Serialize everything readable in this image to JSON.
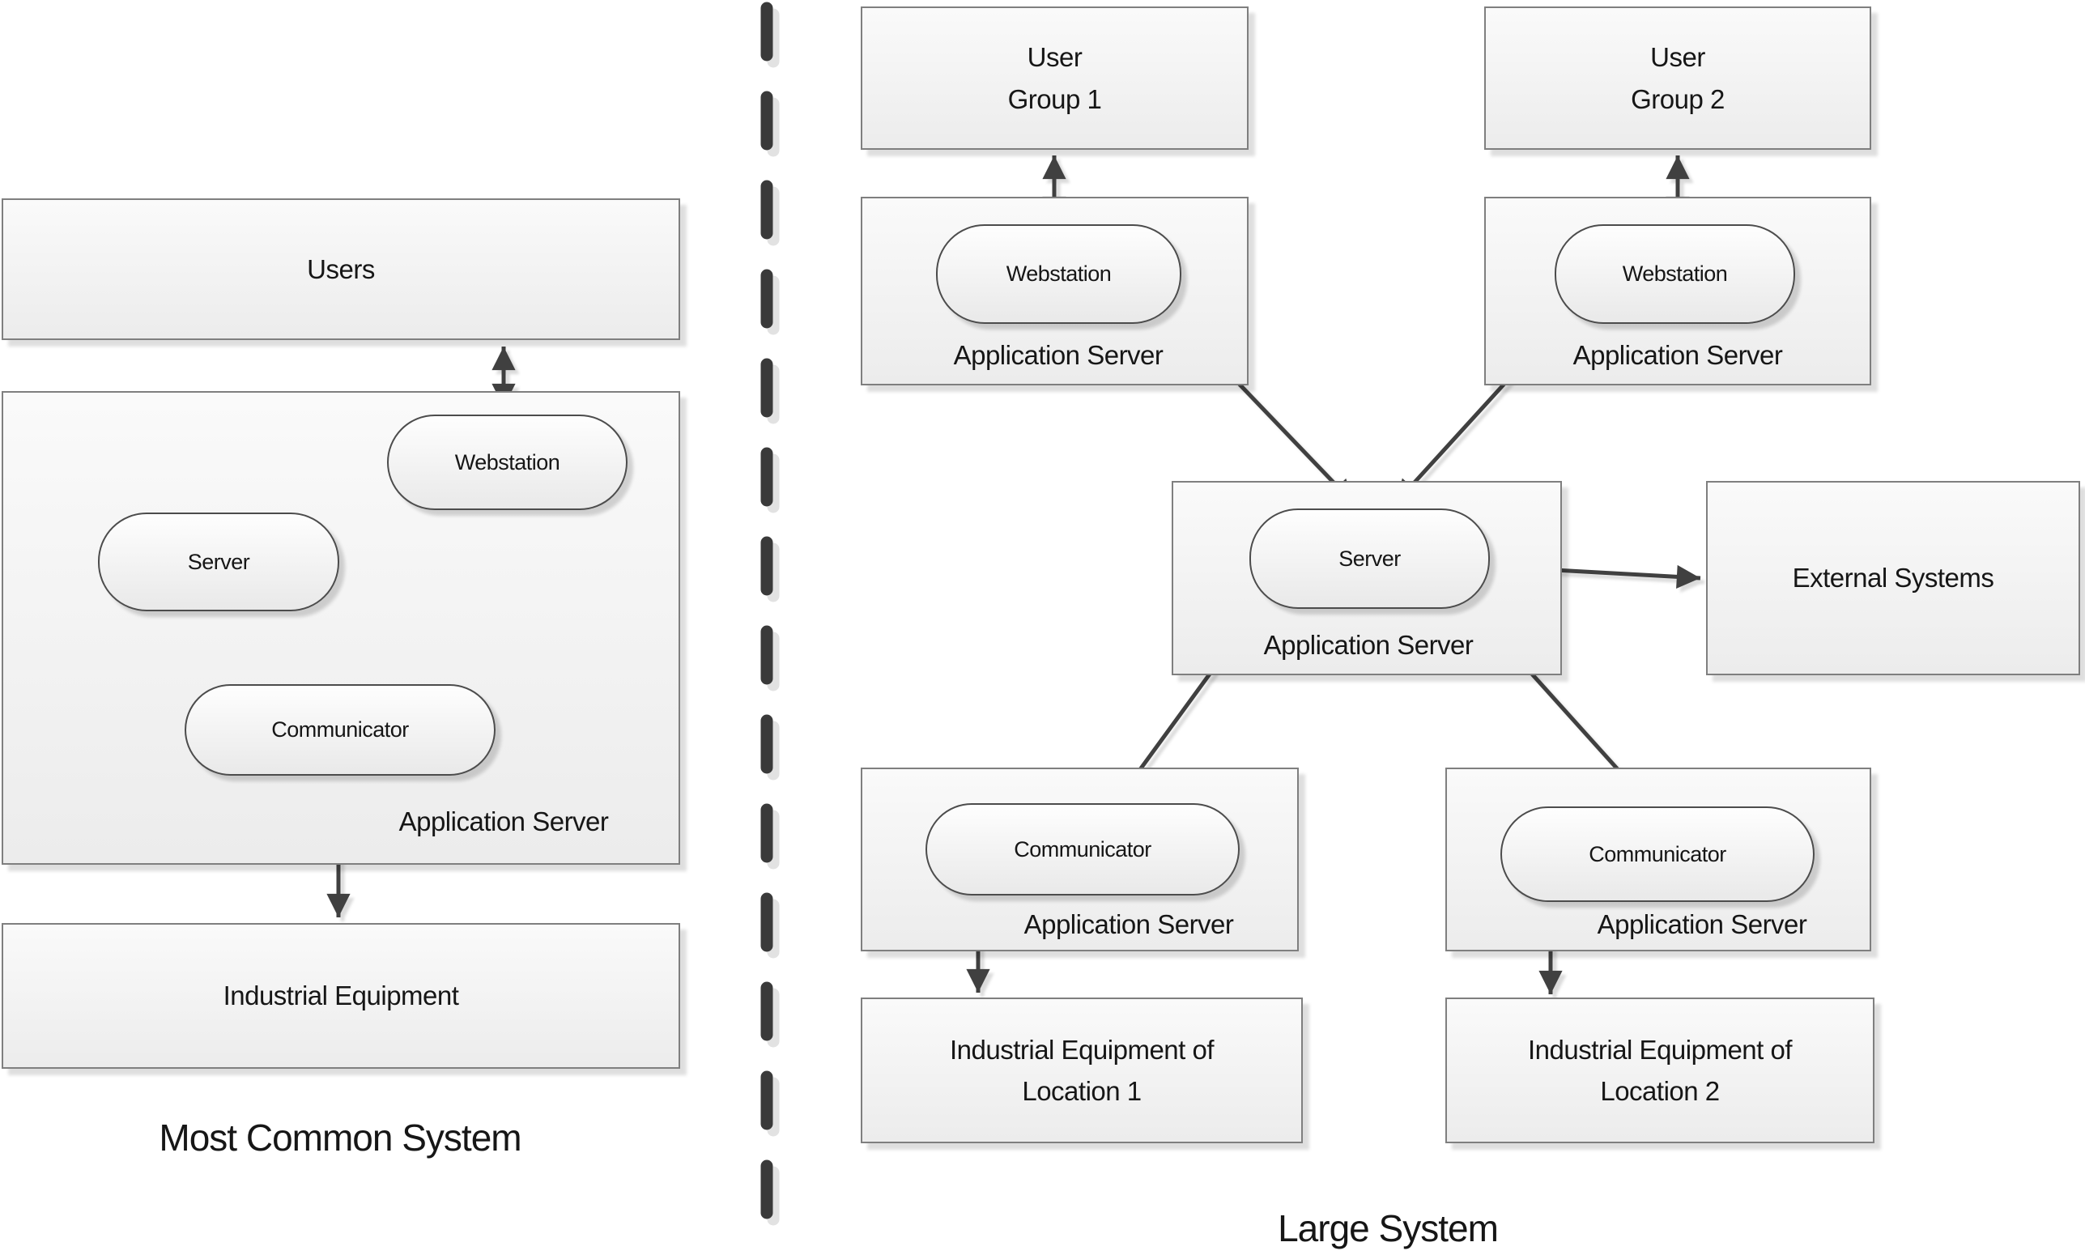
{
  "left": {
    "title": "Most Common System",
    "users_label": "Users",
    "app_server": {
      "label": "Application Server",
      "webstation": "Webstation",
      "server": "Server",
      "communicator": "Communicator"
    },
    "industrial_label": "Industrial Equipment"
  },
  "right": {
    "title": "Large System",
    "user_group_1": "User\nGroup 1",
    "user_group_2": "User\nGroup 2",
    "app_server_1": {
      "label": "Application Server",
      "webstation": "Webstation"
    },
    "app_server_2": {
      "label": "Application Server",
      "webstation": "Webstation"
    },
    "app_server_center": {
      "label": "Application Server",
      "server": "Server"
    },
    "external_label": "External Systems",
    "app_server_comm_1": {
      "label": "Application Server",
      "communicator": "Communicator"
    },
    "app_server_comm_2": {
      "label": "Application Server",
      "communicator": "Communicator"
    },
    "industrial_1": "Industrial Equipment of\nLocation 1",
    "industrial_2": "Industrial Equipment of\nLocation 2"
  },
  "colors": {
    "background": "#ffffff",
    "text": "#161616",
    "arrow": "#404040",
    "divider": "#3a3a3a",
    "box_border": "#7f7f7f",
    "pill_border": "#4c4c4c",
    "box_fill_top": "#fafafa",
    "box_fill_bottom": "#ececec",
    "pill_fill_top": "#fefefe",
    "pill_fill_bottom": "#e9e9e9"
  }
}
